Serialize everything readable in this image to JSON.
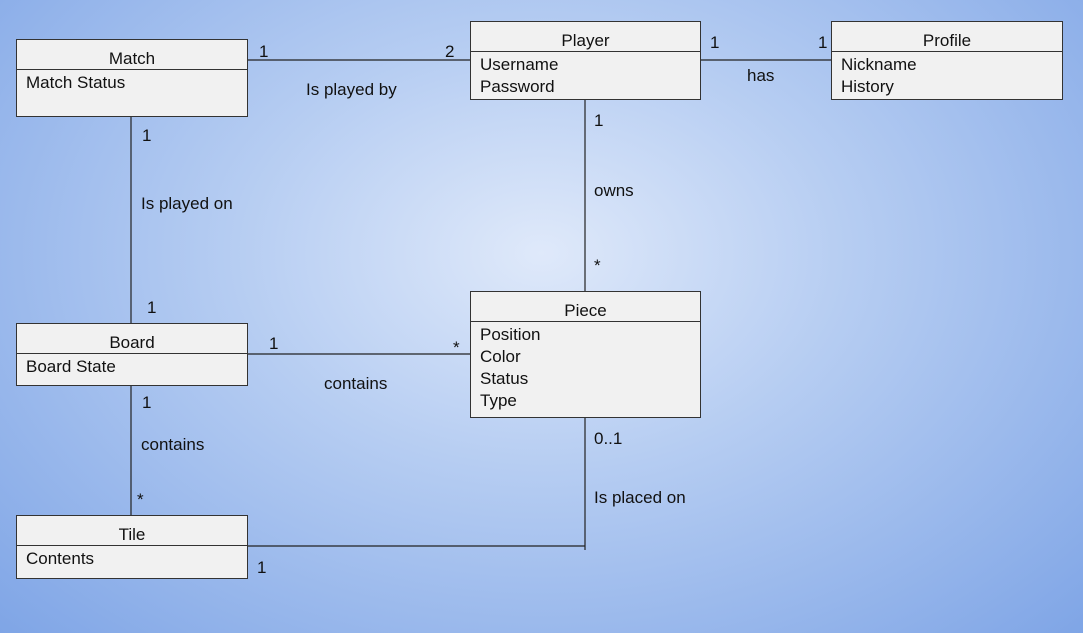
{
  "classes": {
    "match": {
      "title": "Match",
      "attrs": [
        "Match Status"
      ]
    },
    "player": {
      "title": "Player",
      "attrs": [
        "Username",
        "Password"
      ]
    },
    "profile": {
      "title": "Profile",
      "attrs": [
        "Nickname",
        "History"
      ]
    },
    "board": {
      "title": "Board",
      "attrs": [
        "Board State"
      ]
    },
    "piece": {
      "title": "Piece",
      "attrs": [
        "Position",
        "Color",
        "Status",
        "Type"
      ]
    },
    "tile": {
      "title": "Tile",
      "attrs": [
        "Contents"
      ]
    }
  },
  "associations": {
    "match_player": {
      "label": "Is played by",
      "mult_a": "1",
      "mult_b": "2"
    },
    "player_profile": {
      "label": "has",
      "mult_a": "1",
      "mult_b": "1"
    },
    "match_board": {
      "label": "Is played on",
      "mult_a": "1",
      "mult_b": "1"
    },
    "player_piece": {
      "label": "owns",
      "mult_a": "1",
      "mult_b": "*"
    },
    "board_piece": {
      "label": "contains",
      "mult_a": "1",
      "mult_b": "*"
    },
    "board_tile": {
      "label": "contains",
      "mult_a": "1",
      "mult_b": "*"
    },
    "piece_tile": {
      "label": "Is placed on",
      "mult_a": "0..1",
      "mult_b": "1"
    }
  }
}
